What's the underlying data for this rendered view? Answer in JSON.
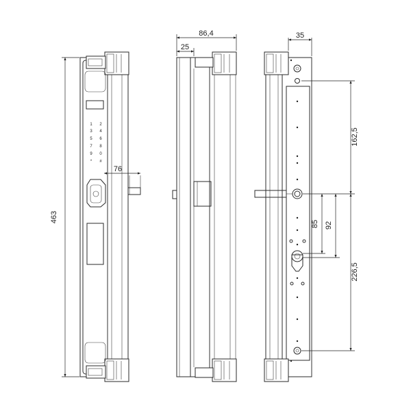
{
  "dimensions": {
    "total_height": "463",
    "side_depth": "86,4",
    "side_offset": "25",
    "rear_width": "35",
    "handle_projection": "76",
    "top_to_center": "162,5",
    "center_to_cylinder_85": "85",
    "center_to_cylinder_92": "92",
    "center_to_bottom": "226,5"
  },
  "keypad": {
    "keys": [
      "1",
      "2",
      "3",
      "4",
      "5",
      "6",
      "7",
      "8",
      "9",
      "0",
      "*",
      "#"
    ]
  }
}
